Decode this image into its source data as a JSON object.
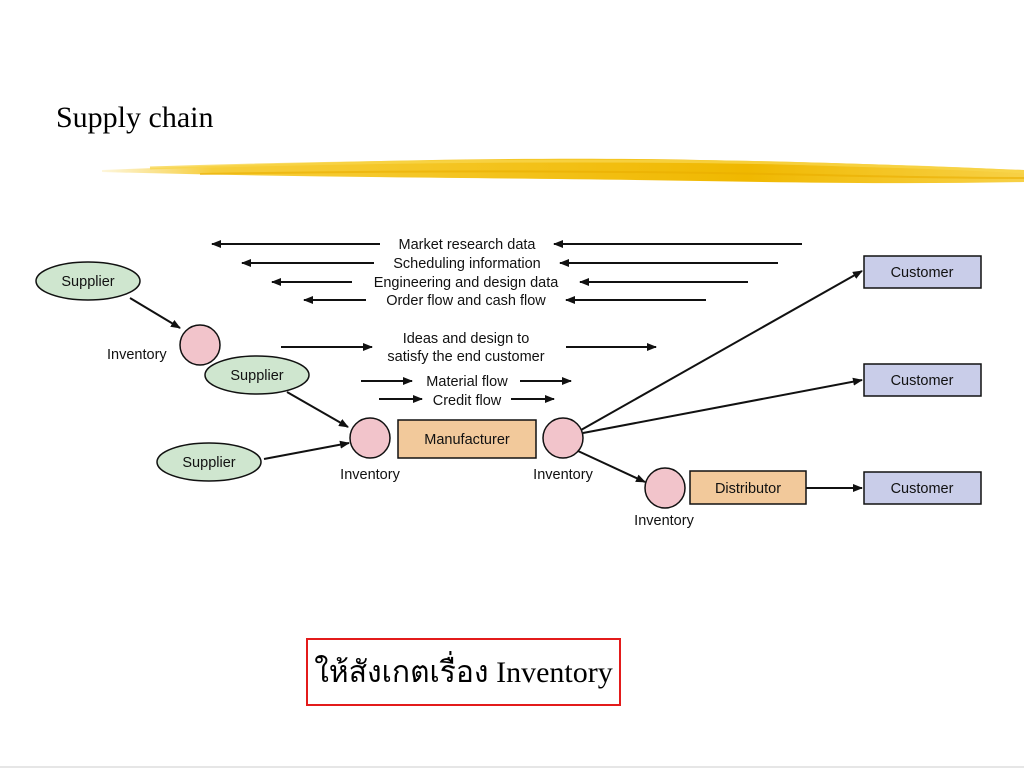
{
  "title": "Supply chain",
  "colors": {
    "supplier_fill": "#cfe6cf",
    "inventory_fill": "#f2c4cb",
    "manufacturer_fill": "#f2c99b",
    "customer_fill": "#c9cde9",
    "highlight": "#f0c020",
    "note_border": "#e31b1b"
  },
  "nodes": {
    "supplier_1": "Supplier",
    "supplier_2": "Supplier",
    "supplier_3": "Supplier",
    "inventory_1": "Inventory",
    "inventory_2": "Inventory",
    "inventory_3": "Inventory",
    "inventory_4": "Inventory",
    "manufacturer": "Manufacturer",
    "distributor": "Distributor",
    "customer_1": "Customer",
    "customer_2": "Customer",
    "customer_3": "Customer"
  },
  "flows": {
    "market_research": "Market research data",
    "scheduling": "Scheduling information",
    "engineering": "Engineering and design data",
    "order_cash": "Order flow and cash flow",
    "ideas_line1": "Ideas and design to",
    "ideas_line2": "satisfy the end customer",
    "material": "Material flow",
    "credit": "Credit flow"
  },
  "note": "ให้สังเกตเรื่อง Inventory"
}
